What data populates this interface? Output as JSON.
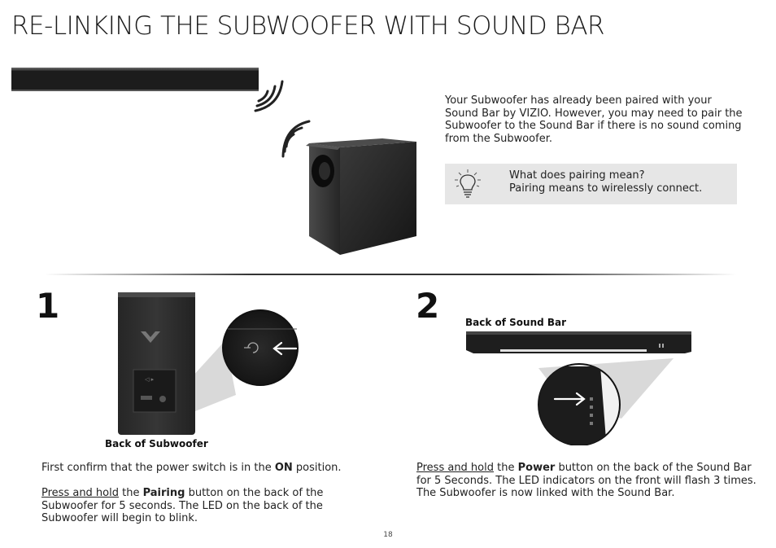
{
  "page": {
    "title": "RE-LINKING THE SUBWOOFER WITH SOUND BAR",
    "page_number": "18"
  },
  "intro": {
    "text": "Your Subwoofer has already been paired with your Sound Bar by VIZIO. However, you may need to pair the Subwoofer to the Sound Bar if there is no sound coming from the Subwoofer."
  },
  "tip": {
    "icon": "lightbulb-icon",
    "question": "What does pairing mean?",
    "answer": "Pairing means to wirelessly connect."
  },
  "step1": {
    "number": "1",
    "caption": "Back of Subwoofer",
    "p1_before": "First confirm that the power switch is in the ",
    "p1_bold": "ON",
    "p1_after": " position.",
    "p2_link": "Press and hold",
    "p2_mid": " the ",
    "p2_bold": "Pairing",
    "p2_after": " button on the back of the Subwoofer for 5 seconds. The LED on the back of the Subwoofer will begin to blink."
  },
  "step2": {
    "number": "2",
    "caption": "Back of Sound Bar",
    "p_link": "Press and hold",
    "p_mid": " the ",
    "p_bold": "Power",
    "p_after": " button on the back of the Sound Bar for 5 Seconds. The LED indicators on the front will flash 3 times. The Subwoofer is now linked with the Sound Bar."
  },
  "colors": {
    "tip_background": "#e6e6e6",
    "device_dark": "#1e1e1e"
  }
}
